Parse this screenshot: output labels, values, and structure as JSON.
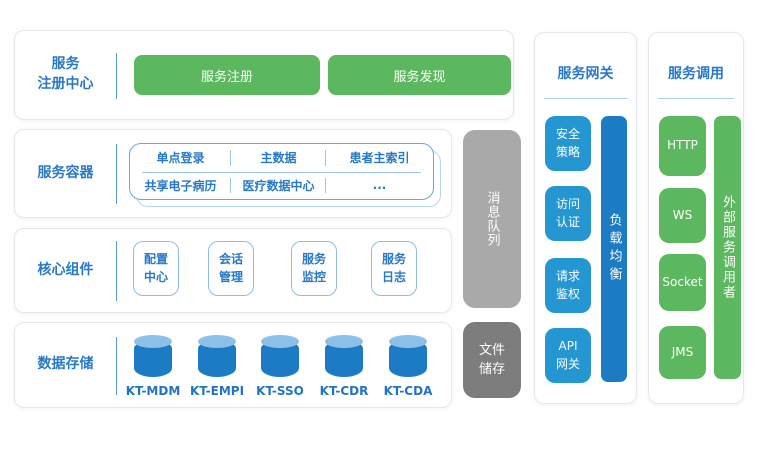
{
  "colors": {
    "accent_blue_text": "#2878c8",
    "green_block": "#5cb85e",
    "gateway_block_blue": "#2496d2",
    "primary_blue_bar": "#1b7cc4",
    "cylinder_body": "#1b7cc4",
    "cylinder_top": "#8bc0e8",
    "queue_gray": "#a9a9a9",
    "file_gray": "#7d7d7d",
    "panel_border": "#e4e8ec",
    "inner_border_blue": "#66a8dc"
  },
  "registry": {
    "label_line1": "服务",
    "label_line2": "注册中心",
    "buttons": [
      "服务注册",
      "服务发现"
    ]
  },
  "container": {
    "label": "服务容器",
    "grid": [
      [
        "单点登录",
        "主数据",
        "患者主索引"
      ],
      [
        "共享电子病历",
        "医疗数据中心",
        "..."
      ]
    ]
  },
  "core": {
    "label": "核心组件",
    "items": [
      {
        "line1": "配置",
        "line2": "中心"
      },
      {
        "line1": "会话",
        "line2": "管理"
      },
      {
        "line1": "服务",
        "line2": "监控"
      },
      {
        "line1": "服务",
        "line2": "日志"
      }
    ]
  },
  "storage": {
    "label": "数据存储",
    "databases": [
      "KT-MDM",
      "KT-EMPI",
      "KT-SSO",
      "KT-CDR",
      "KT-CDA"
    ]
  },
  "middle": {
    "message_queue": "消息队列",
    "file_storage_line1": "文件",
    "file_storage_line2": "储存"
  },
  "gateway": {
    "title": "服务网关",
    "items": [
      {
        "line1": "安全",
        "line2": "策略"
      },
      {
        "line1": "访问",
        "line2": "认证"
      },
      {
        "line1": "请求",
        "line2": "鉴权"
      },
      {
        "line1": "API",
        "line2": "网关"
      }
    ],
    "bar": "负载均衡"
  },
  "invoke": {
    "title": "服务调用",
    "items": [
      "HTTP",
      "WS",
      "Socket",
      "JMS"
    ],
    "bar": "外部服务调用者"
  }
}
